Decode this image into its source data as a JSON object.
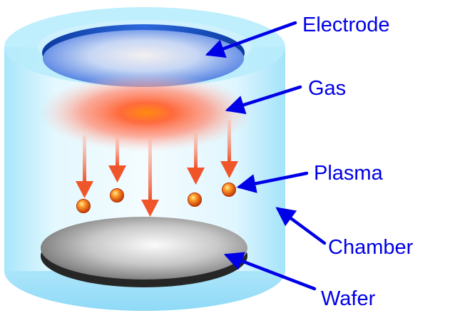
{
  "labels": {
    "electrode": "Electrode",
    "gas": "Gas",
    "plasma": "Plasma",
    "chamber": "Chamber",
    "wafer": "Wafer"
  },
  "colors": {
    "label": "#0000e6",
    "arrow": "#0000e6",
    "chamber": "#bfeefc",
    "electrode": "#1e5bd6",
    "gas": "#ff6a3c",
    "plasma": "#e8561a",
    "wafer": "#2a2a2a"
  }
}
